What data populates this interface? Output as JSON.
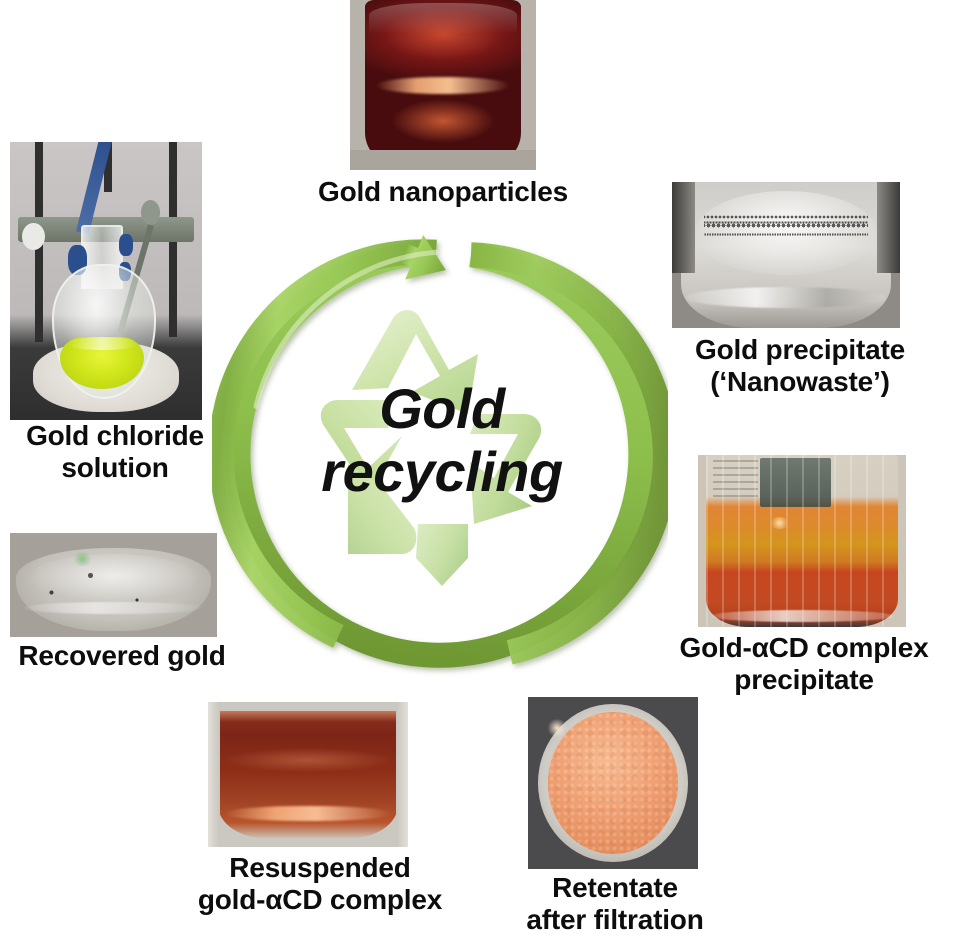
{
  "figure": {
    "kind": "gold-recycling-cycle-diagram",
    "background_color": "#ffffff",
    "center": {
      "title_line_1": "Gold",
      "title_line_2": "recycling",
      "title": "Gold\nrecycling",
      "symbol": "recycle-triangle-icon",
      "symbol_color": "#cde3a8",
      "text_color": "#111111"
    },
    "ring": {
      "name": "circular-arrow",
      "color_light": "#9CC74F",
      "color_mid": "#8ABB45",
      "color_dark": "#7FA83C",
      "gap_at": "top",
      "arrow_direction": "clockwise"
    }
  },
  "steps": [
    {
      "id": "gold-nanoparticles",
      "label": "Gold nanoparticles",
      "label_lines": "Gold nanoparticles",
      "position": "top",
      "photo": {
        "name": "photo-gold-nanoparticles",
        "description": "deep red gold nanoparticle solution in a glass beaker",
        "liquid_color": "#6f1418",
        "highlight_color": "#d44b33",
        "surface_color": "#b6b2aa"
      }
    },
    {
      "id": "gold-precipitate",
      "label": "Gold precipitate (‘Nanowaste’)",
      "label_lines": "Gold precipitate\n(‘Nanowaste’)",
      "position": "right-top",
      "photo": {
        "name": "photo-gold-precipitate",
        "description": "clear liquid in a glass beaker with dark precipitate specks",
        "liquid_color": "#d9d6d2",
        "highlight_color": "#f2f0ee",
        "surface_color": "#9d9a95"
      }
    },
    {
      "id": "gold-acd-complex-precipitate",
      "label": "Gold-αCD complex precipitate",
      "label_lines": "Gold-αCD complex\nprecipitate",
      "position": "right-bottom",
      "photo": {
        "name": "photo-gold-acd-complex-precipitate",
        "description": "orange and amber layered suspension in a beaker",
        "liquid_color": "#d4821f",
        "highlight_color": "#e2683c",
        "surface_color": "#cfc7b8"
      }
    },
    {
      "id": "retentate-after-filtration",
      "label": "Retentate after filtration",
      "label_lines": "Retentate\nafter filtration",
      "position": "bottom-right",
      "photo": {
        "name": "photo-retentate-after-filtration",
        "description": "orange powder in a round dish seen from above on a dark surface",
        "liquid_color": "#ef9a6b",
        "highlight_color": "#f6b48c",
        "surface_color": "#4a4a4c"
      }
    },
    {
      "id": "resuspended-gold-acd-complex",
      "label": "Resuspended gold-αCD complex",
      "label_lines": "Resuspended\ngold-αCD complex",
      "position": "bottom-left",
      "photo": {
        "name": "photo-resuspended-gold-acd-complex",
        "description": "dark red-brown solution in a wide glass dish",
        "liquid_color": "#7e2216",
        "highlight_color": "#a8401f",
        "surface_color": "#cdc9c3"
      }
    },
    {
      "id": "recovered-gold",
      "label": "Recovered gold",
      "label_lines": "Recovered gold",
      "position": "left-bottom",
      "photo": {
        "name": "photo-recovered-gold",
        "description": "shallow glass dish with dark gold flecks",
        "liquid_color": "#c3c0ba",
        "highlight_color": "#e2e0db",
        "surface_color": "#a6a29a"
      }
    },
    {
      "id": "gold-chloride-solution",
      "label": "Gold chloride solution",
      "label_lines": "Gold chloride\nsolution",
      "position": "left-top",
      "photo": {
        "name": "photo-gold-chloride-solution",
        "description": "round-bottom flask of bright yellow-green gold chloride solution clamped over a white cloth",
        "liquid_color": "#c8dd1c",
        "highlight_color": "#e4f03f",
        "surface_color": "#b4aeab"
      }
    }
  ]
}
